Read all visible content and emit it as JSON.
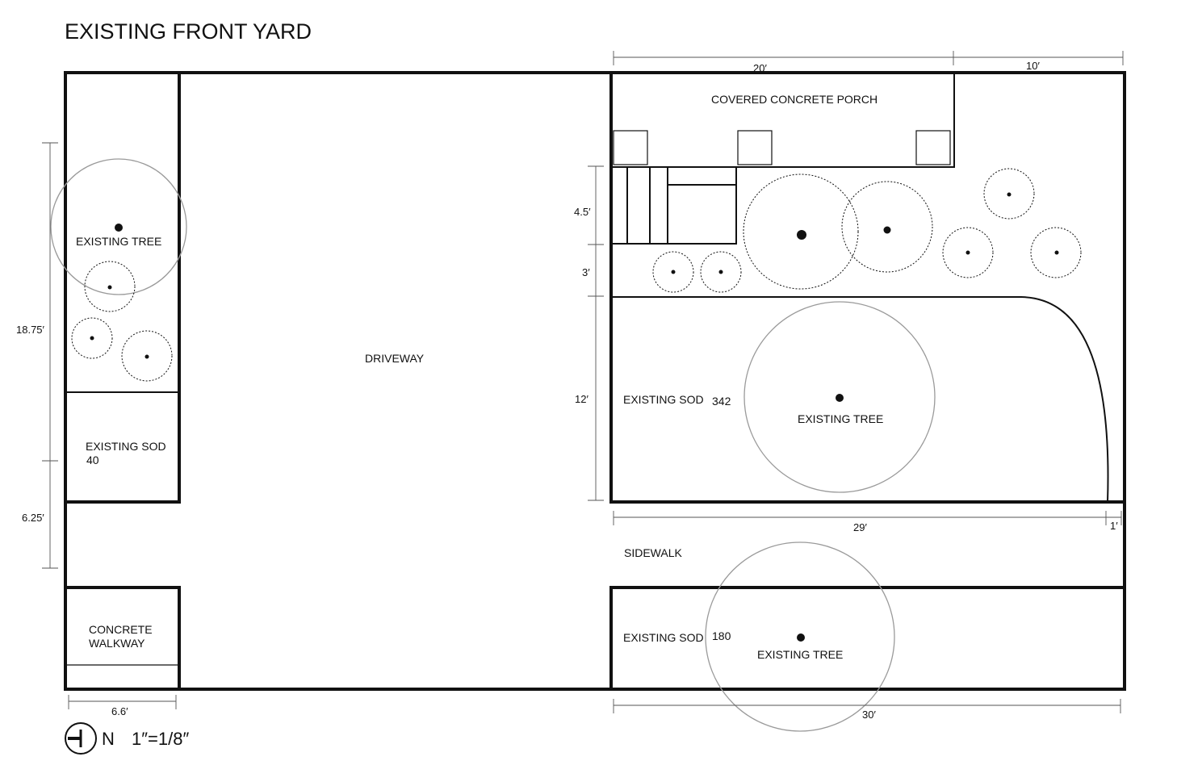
{
  "title": "EXISTING FRONT YARD",
  "areas": {
    "driveway": "DRIVEWAY",
    "porch": "COVERED CONCRETE PORCH",
    "sidewalk": "SIDEWALK",
    "walkway_line1": "CONCRETE",
    "walkway_line2": "WALKWAY",
    "left_tree": "EXISTING TREE",
    "left_sod": "EXISTING SOD",
    "left_sod_value": "40",
    "main_sod": "EXISTING SOD",
    "main_sod_value": "342",
    "main_tree": "EXISTING TREE",
    "bottom_sod": "EXISTING SOD",
    "bottom_sod_value": "180",
    "bottom_tree": "EXISTING TREE"
  },
  "dimensions": {
    "top_20": "20′",
    "top_10": "10′",
    "left_1875": "18.75′",
    "left_625": "6.25′",
    "porch_45": "4.5′",
    "porch_3": "3′",
    "lawn_12": "12′",
    "lawn_29": "29′",
    "lawn_1": "1′",
    "walkway_66": "6.6′",
    "bottom_30": "30′"
  },
  "legend": {
    "north": "N",
    "scale": "1″=1/8″"
  }
}
